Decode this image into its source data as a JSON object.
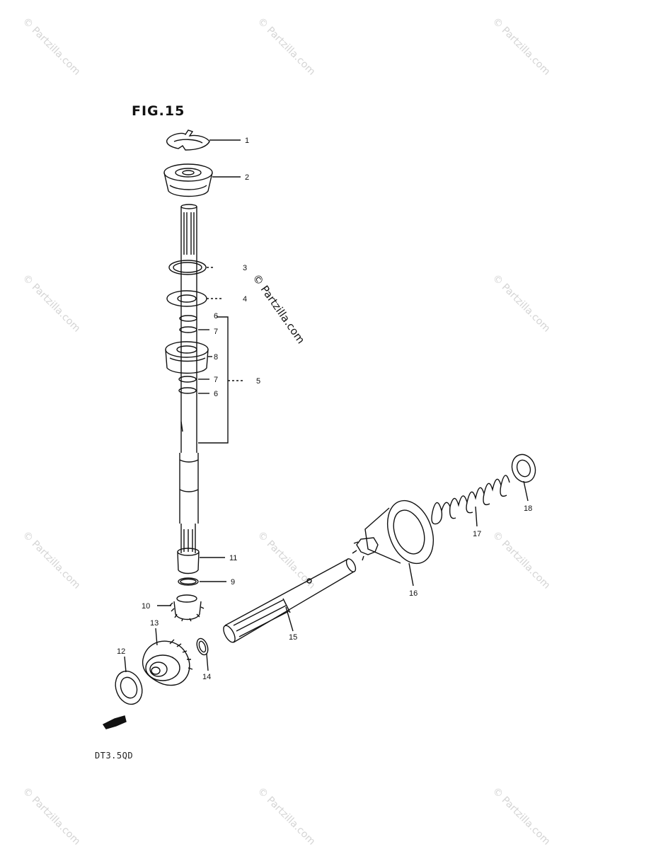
{
  "figure": {
    "title": "FIG.15",
    "model": "DT3.5QD"
  },
  "watermark": {
    "text": "© Partzilla.com",
    "main_text": "© Partzilla.com"
  },
  "callouts": [
    "1",
    "2",
    "3",
    "4",
    "6",
    "7",
    "8",
    "7",
    "5",
    "6",
    "11",
    "9",
    "10",
    "13",
    "12",
    "14",
    "15",
    "16",
    "17",
    "18"
  ],
  "colors": {
    "ink": "#111111",
    "watermark": "#d4d4d4",
    "background": "#ffffff"
  }
}
